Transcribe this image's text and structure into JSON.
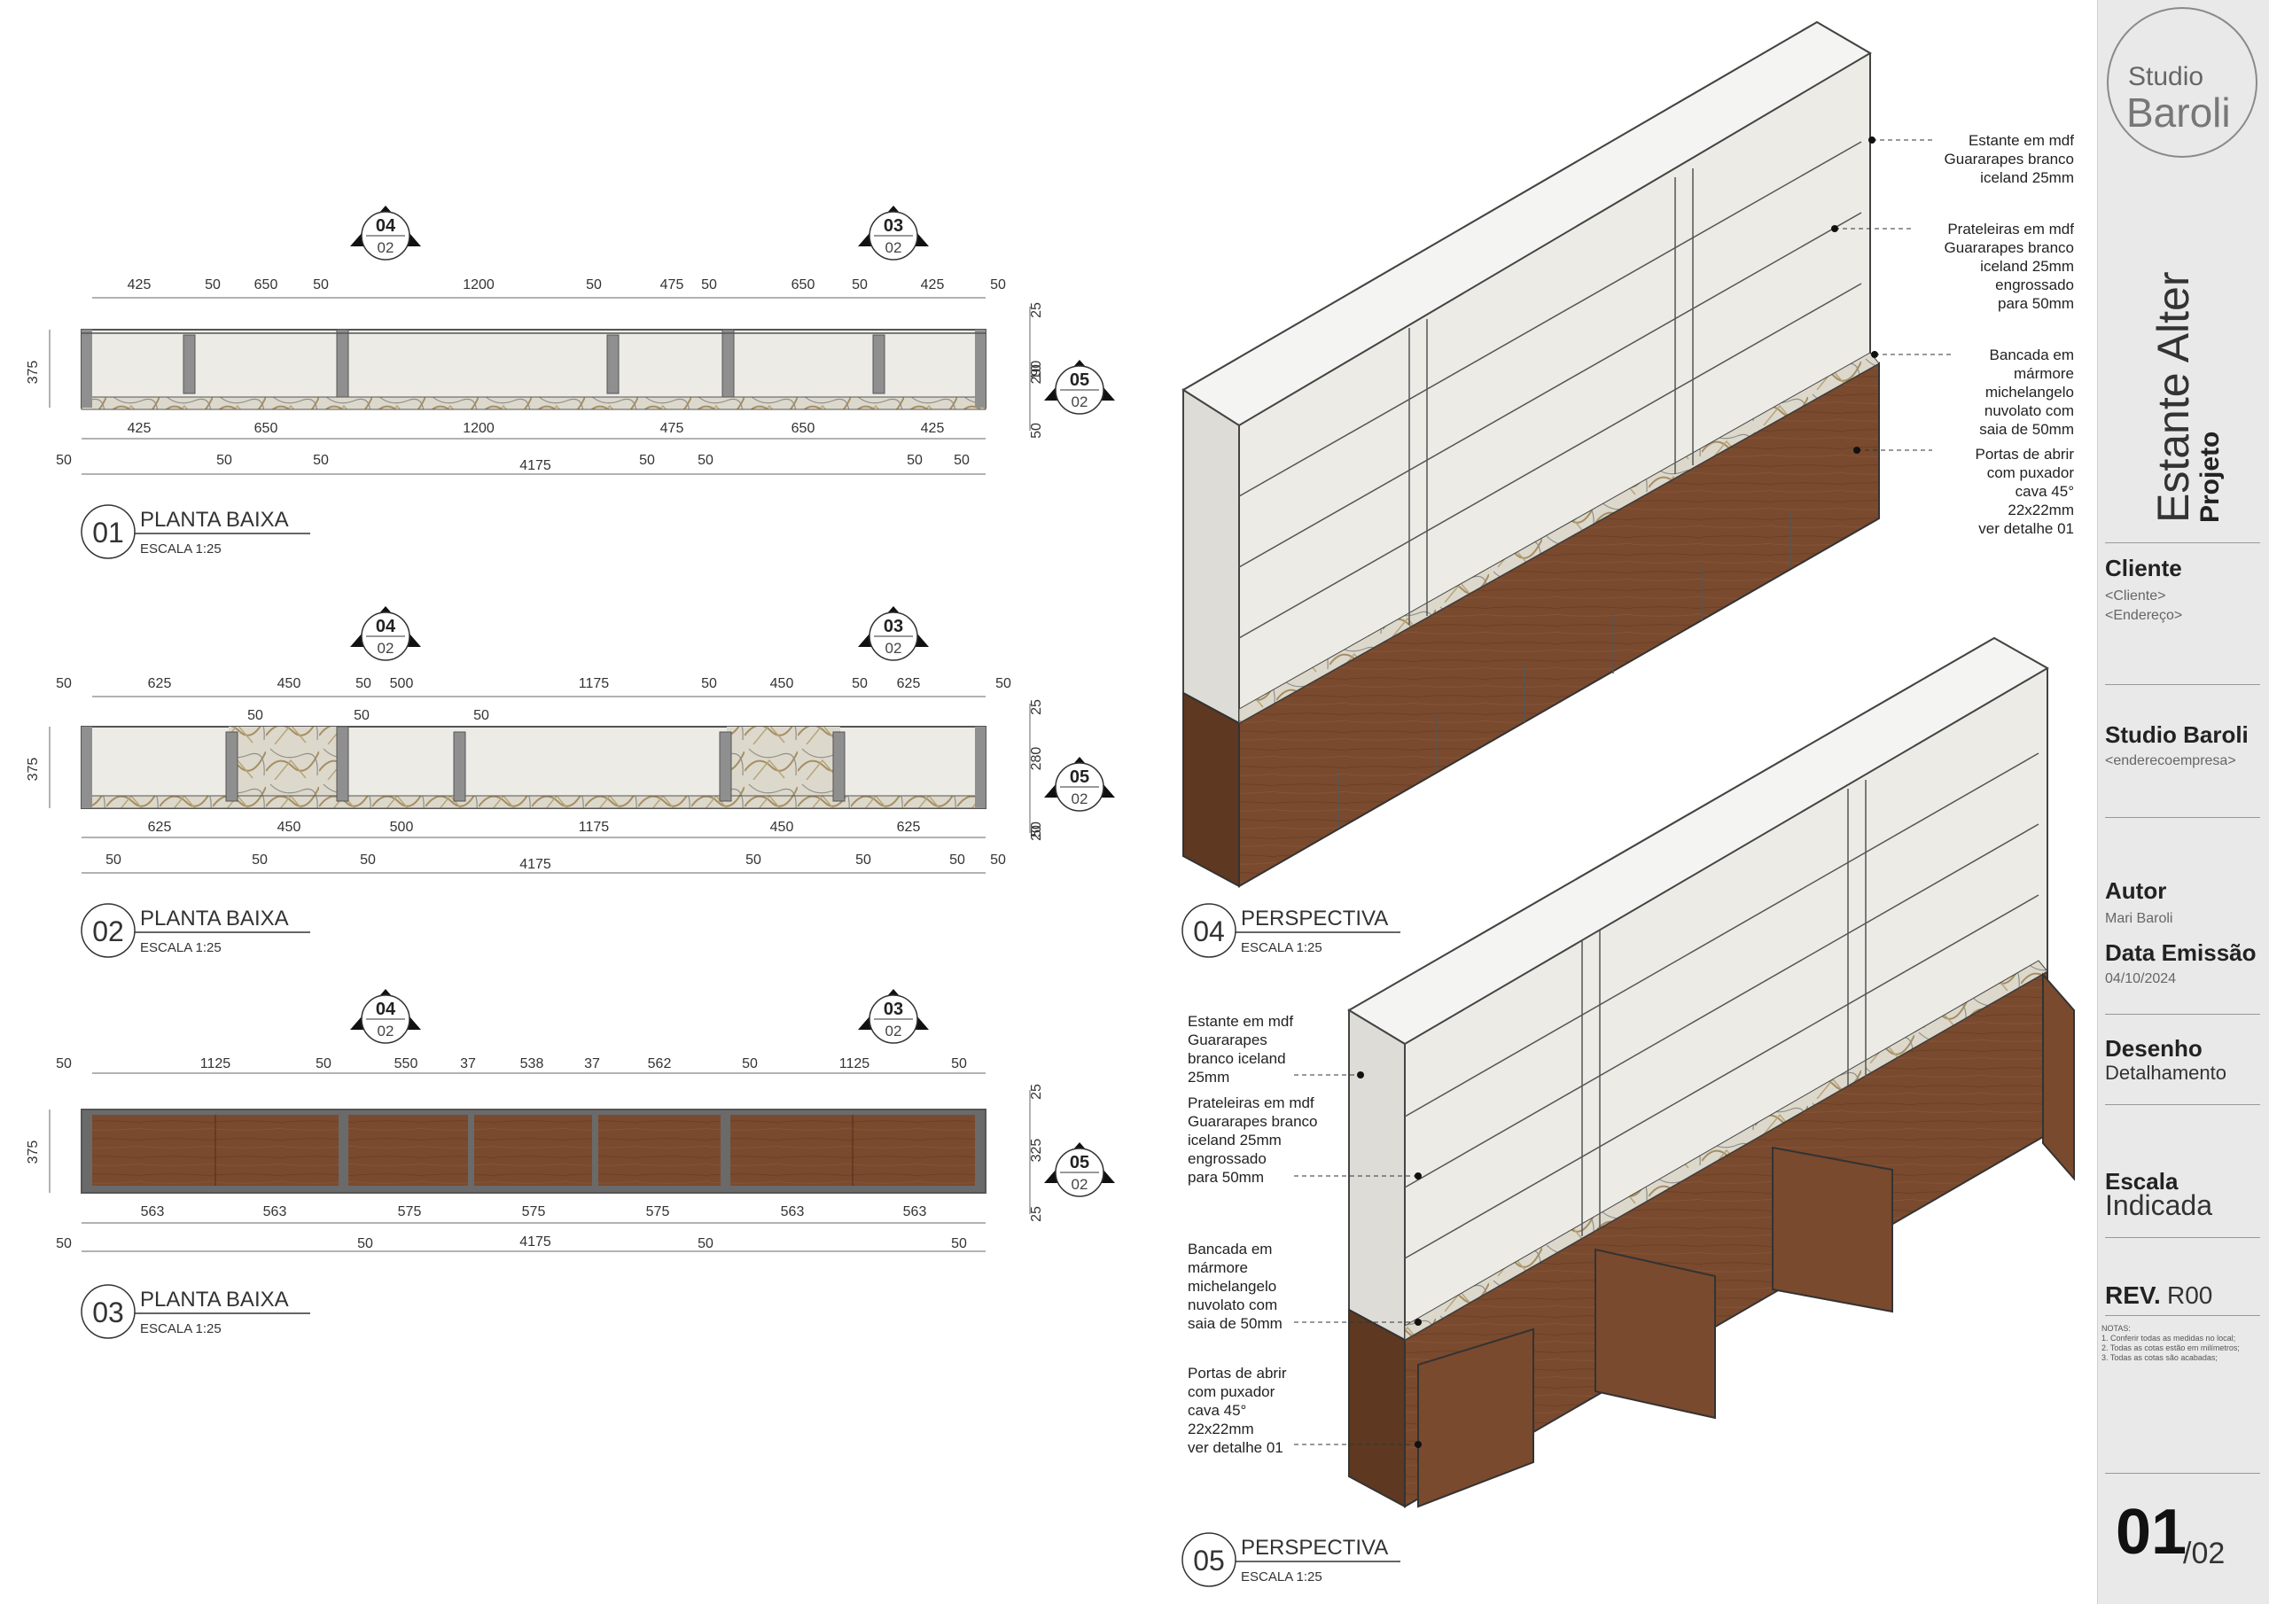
{
  "plans": [
    {
      "id": "01",
      "title": "PLANTA BAIXA",
      "scale": "ESCALA 1:25",
      "top_dims": [
        "425",
        "50",
        "650",
        "50",
        "1200",
        "50",
        "475",
        "50",
        "650",
        "50",
        "425",
        "50"
      ],
      "bottom_dims": [
        "425",
        "650",
        "1200",
        "475",
        "650",
        "425"
      ],
      "bottom_small": [
        "50",
        "50",
        "50",
        "50",
        "50",
        "50",
        "50"
      ],
      "total": "4175",
      "height_dim": "375",
      "right_dims": [
        "25",
        "290",
        "10",
        "50"
      ],
      "markers": [
        {
          "num": "04",
          "sheet": "02"
        },
        {
          "num": "03",
          "sheet": "02"
        }
      ],
      "side_marker": {
        "num": "05",
        "sheet": "02"
      }
    },
    {
      "id": "02",
      "title": "PLANTA BAIXA",
      "scale": "ESCALA 1:25",
      "top_dims": [
        "50",
        "625",
        "450",
        "50",
        "500",
        "1175",
        "50",
        "450",
        "50",
        "625",
        "50"
      ],
      "top_small": [
        "50",
        "50",
        "50"
      ],
      "bottom_dims": [
        "625",
        "450",
        "500",
        "1175",
        "450",
        "625"
      ],
      "bottom_small": [
        "50",
        "50",
        "50",
        "50",
        "50",
        "50",
        "50"
      ],
      "total": "4175",
      "height_dim": "375",
      "right_dims": [
        "25",
        "280",
        "50",
        "20"
      ],
      "markers": [
        {
          "num": "04",
          "sheet": "02"
        },
        {
          "num": "03",
          "sheet": "02"
        }
      ],
      "side_marker": {
        "num": "05",
        "sheet": "02"
      }
    },
    {
      "id": "03",
      "title": "PLANTA BAIXA",
      "scale": "ESCALA 1:25",
      "top_dims": [
        "50",
        "1125",
        "50",
        "550",
        "37",
        "538",
        "37",
        "562",
        "50",
        "1125",
        "50"
      ],
      "bottom_dims": [
        "563",
        "563",
        "575",
        "575",
        "575",
        "563",
        "563"
      ],
      "bottom_small": [
        "50",
        "50",
        "50",
        "50"
      ],
      "total": "4175",
      "height_dim": "375",
      "right_dims": [
        "25",
        "325",
        "25"
      ],
      "markers": [
        {
          "num": "04",
          "sheet": "02"
        },
        {
          "num": "03",
          "sheet": "02"
        }
      ],
      "side_marker": {
        "num": "05",
        "sheet": "02"
      }
    }
  ],
  "perspectives": [
    {
      "id": "04",
      "title": "PERSPECTIVA",
      "scale": "ESCALA 1:25"
    },
    {
      "id": "05",
      "title": "PERSPECTIVA",
      "scale": "ESCALA 1:25"
    }
  ],
  "notes_04": [
    [
      "Estante em mdf",
      "Guararapes branco",
      "iceland 25mm"
    ],
    [
      "Prateleiras em mdf",
      "Guararapes branco",
      "iceland 25mm",
      "engrossado",
      "para 50mm"
    ],
    [
      "Bancada em",
      "mármore",
      "michelangelo",
      "nuvolato com",
      "saia de 50mm"
    ],
    [
      "Portas de abrir",
      "com puxador",
      "cava 45°",
      "22x22mm",
      "ver detalhe 01"
    ]
  ],
  "notes_05": [
    [
      "Estante em mdf",
      "Guararapes",
      "branco iceland",
      "25mm"
    ],
    [
      "Prateleiras em mdf",
      "Guararapes branco",
      "iceland 25mm",
      "engrossado",
      "para 50mm"
    ],
    [
      "Bancada em",
      "mármore",
      "michelangelo",
      "nuvolato com",
      "saia de 50mm"
    ],
    [
      "Portas de abrir",
      "com puxador",
      "cava 45°",
      "22x22mm",
      "ver detalhe 01"
    ]
  ],
  "title_block": {
    "logo_line1": "Studio",
    "logo_line2": "Baroli",
    "project_label": "Projeto",
    "project_name": "Estante Alter",
    "client_label": "Cliente",
    "client_value": "<Cliente>",
    "client_address": "<Endereço>",
    "company_label": "Studio Baroli",
    "company_address": "<enderecoempresa>",
    "author_label": "Autor",
    "author_value": "Mari Baroli",
    "date_label": "Data Emissão",
    "date_value": "04/10/2024",
    "drawing_label": "Desenho",
    "drawing_value": "Detalhamento",
    "scale_label": "Escala",
    "scale_value": "Indicada",
    "rev_label": "REV.",
    "rev_value": "R00",
    "notes": [
      "NOTAS:",
      "1. Conferir todas as medidas no local;",
      "2. Todas as cotas estão em milímetros;",
      "3. Todas as cotas são acabadas;"
    ],
    "page": "01",
    "page_total": "/02"
  },
  "colors": {
    "wood": "#7a4a2e",
    "wood_dark": "#5e3820",
    "white_mdf": "#efefec",
    "frame_gray": "#8f8f8f",
    "marble": "#d9d3c6",
    "title_bg": "#e9e9e9"
  }
}
